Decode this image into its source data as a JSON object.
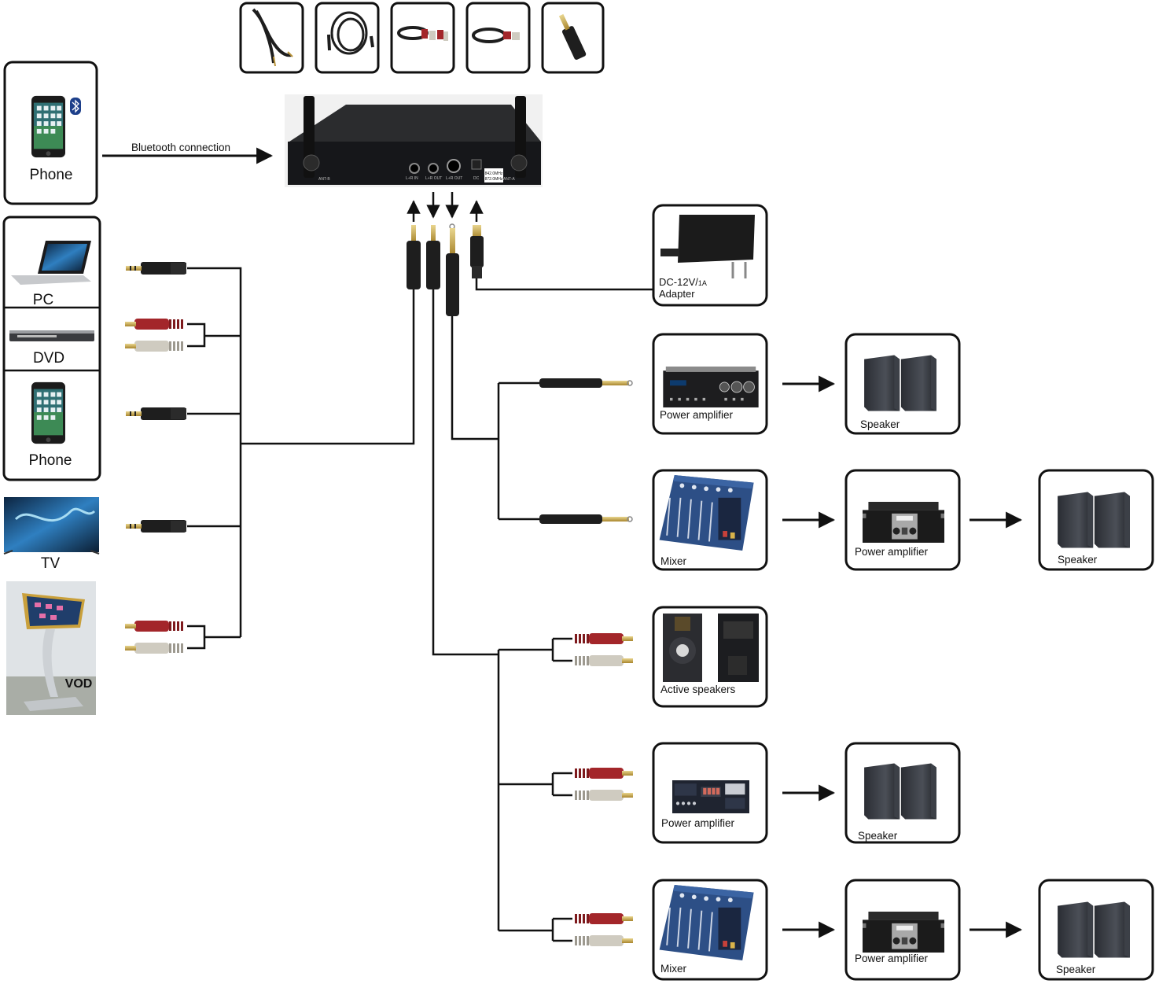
{
  "accessories": [
    {
      "name": "6.35mm-to-6.35mm cable"
    },
    {
      "name": "3.5mm-to-3.5mm cable"
    },
    {
      "name": "RCA-to-RCA cable"
    },
    {
      "name": "3.5mm-to-RCA cable"
    },
    {
      "name": "3.5mm-to-6.35mm adapter"
    }
  ],
  "receiver": {
    "ports": [
      "L+R IN",
      "L+R OUT",
      "L+R OUT",
      "DC"
    ],
    "antenna_left": "ANT-B",
    "antenna_right": "ANT-A",
    "freq_label_1": "842.0MHz",
    "freq_label_2": "872.0MHz"
  },
  "bluetooth": {
    "source_label": "Phone",
    "connection_label": "Bluetooth connection"
  },
  "inputs": [
    {
      "label": "PC",
      "cable": "3.5mm"
    },
    {
      "label": "DVD",
      "cable": "RCA"
    },
    {
      "label": "Phone",
      "cable": "3.5mm"
    },
    {
      "label": "TV",
      "cable": "3.5mm"
    },
    {
      "label": "VOD",
      "cable": "RCA"
    }
  ],
  "power": {
    "label_line1": "DC-12V/",
    "label_small": "1A",
    "label_line2": "Adapter"
  },
  "outputs_6_35": [
    {
      "chain": [
        "Power amplifier",
        "Speaker"
      ]
    },
    {
      "chain": [
        "Mixer",
        "Power amplifier",
        "Speaker"
      ]
    }
  ],
  "outputs_rca": [
    {
      "chain": [
        "Active speakers"
      ]
    },
    {
      "chain": [
        "Power amplifier",
        "Speaker"
      ]
    },
    {
      "chain": [
        "Mixer",
        "Power amplifier",
        "Speaker"
      ]
    }
  ],
  "colors": {
    "line": "#111111",
    "rca_red": "#a3262a",
    "rca_white": "#cfcbc0",
    "plug_black": "#1e1e1e",
    "gold": "#c9a44a",
    "bluetooth_blue": "#1d3f8a",
    "mixer_blue": "#2d4f86"
  }
}
